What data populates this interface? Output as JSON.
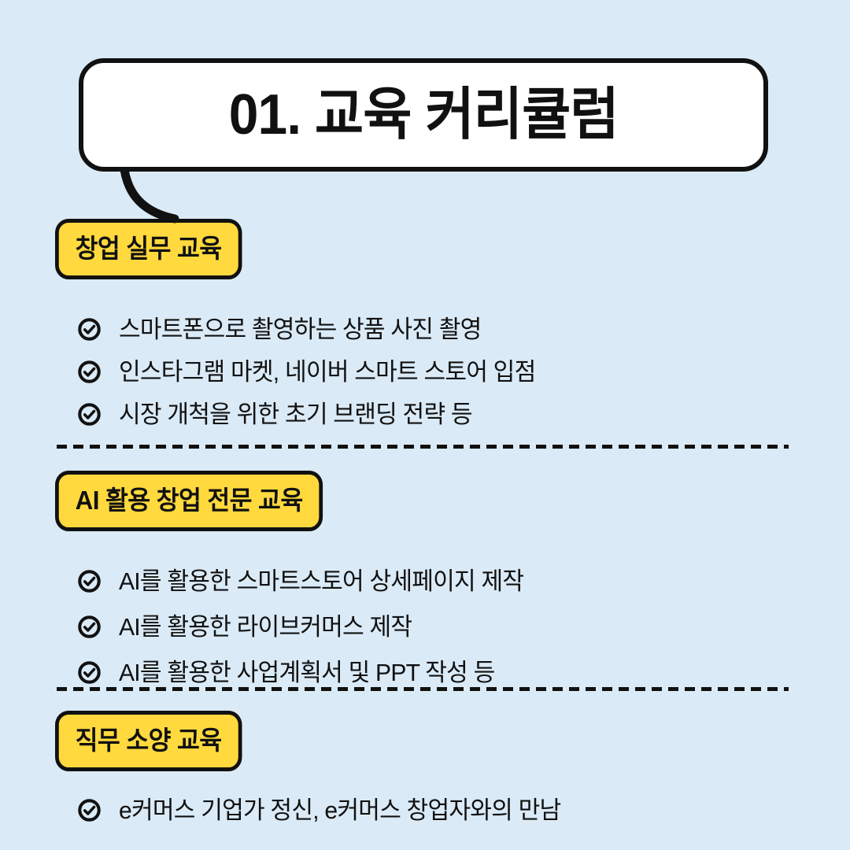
{
  "page": {
    "background_color": "#daeaf6",
    "accent_color": "#ffd93d",
    "ink_color": "#111111"
  },
  "header": {
    "title": "01. 교육 커리큘럼",
    "bubble_tail_icon": "speech-bubble-tail-icon"
  },
  "sections": [
    {
      "badge": "창업 실무 교육",
      "items": [
        {
          "icon": "check-circle-icon",
          "text": "스마트폰으로 촬영하는 상품 사진 촬영"
        },
        {
          "icon": "check-circle-icon",
          "text": "인스타그램 마켓, 네이버 스마트 스토어 입점"
        },
        {
          "icon": "check-circle-icon",
          "text": "시장 개척을 위한 초기 브랜딩 전략 등"
        }
      ]
    },
    {
      "badge": "AI 활용 창업 전문 교육",
      "items": [
        {
          "icon": "check-circle-icon",
          "text": "AI를 활용한 스마트스토어 상세페이지 제작"
        },
        {
          "icon": "check-circle-icon",
          "text": "AI를 활용한 라이브커머스 제작"
        },
        {
          "icon": "check-circle-icon",
          "text": "AI를 활용한 사업계획서 및 PPT 작성 등"
        }
      ]
    },
    {
      "badge": "직무 소양 교육",
      "items": [
        {
          "icon": "check-circle-icon",
          "text": "e커머스 기업가 정신, e커머스 창업자와의 만남"
        }
      ]
    }
  ],
  "dividers": [
    {
      "name": "divider-1"
    },
    {
      "name": "divider-2"
    }
  ]
}
